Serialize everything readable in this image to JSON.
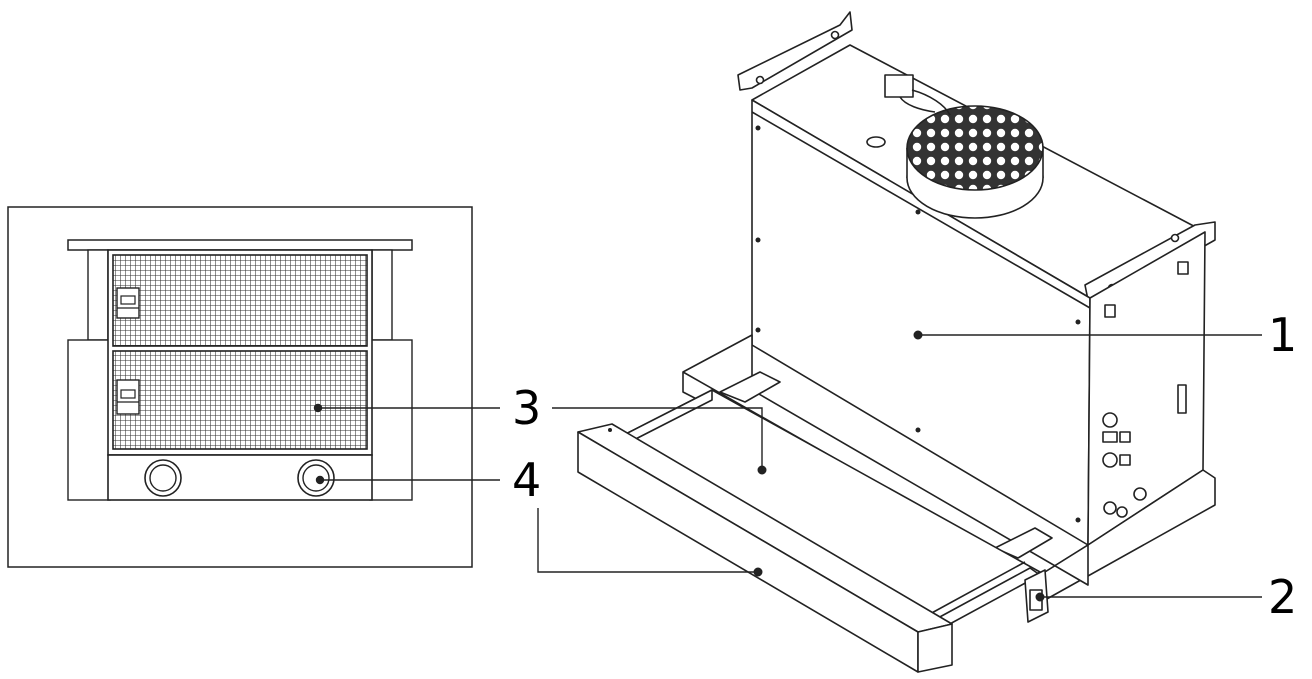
{
  "callouts": [
    {
      "id": "1",
      "text": "1"
    },
    {
      "id": "2",
      "text": "2"
    },
    {
      "id": "3",
      "text": "3"
    },
    {
      "id": "4",
      "text": "4"
    }
  ],
  "colors": {
    "stroke": "#222222",
    "background": "#ffffff"
  }
}
